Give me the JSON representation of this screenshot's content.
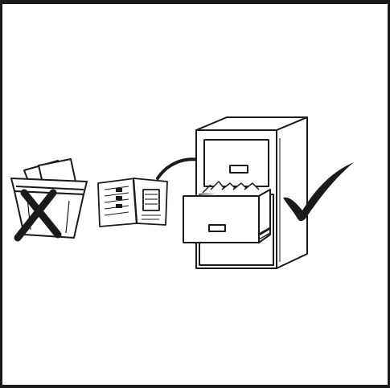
{
  "figure": {
    "panels": [
      {
        "id": "wastebasket",
        "icon": "wastebasket-with-papers-icon",
        "mark": "cross-mark-icon"
      },
      {
        "id": "folded-documents",
        "icon": "folded-documents-icon"
      },
      {
        "id": "transfer-arrow",
        "icon": "curved-arrow-icon"
      },
      {
        "id": "file-cabinet",
        "icon": "open-file-cabinet-icon",
        "mark": "check-mark-icon"
      }
    ],
    "colors": {
      "ink": "#1a1a1a",
      "paper": "#ffffff"
    }
  }
}
